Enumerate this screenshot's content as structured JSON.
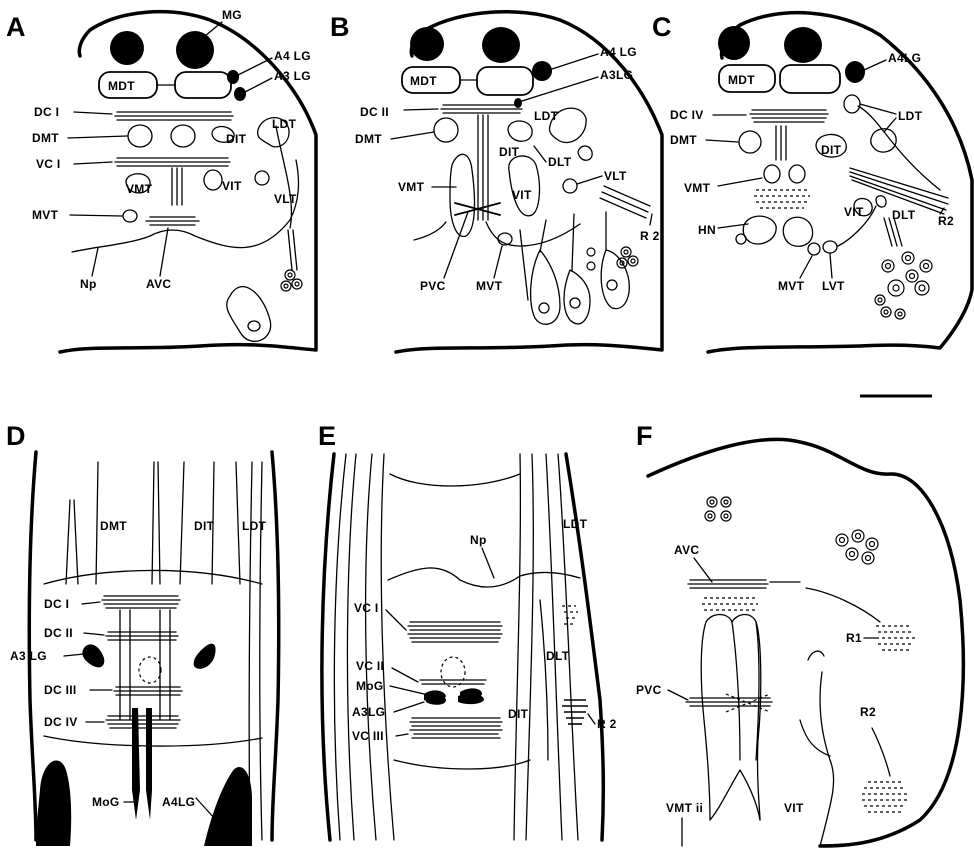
{
  "panels": {
    "A": {
      "letter": "A",
      "labels": {
        "mg": "MG",
        "mdt": "MDT",
        "a4lg": "A4 LG",
        "a3lg": "A3 LG",
        "dc1": "DC I",
        "dmt": "DMT",
        "dit": "DIT",
        "ldt": "LDT",
        "vc1": "VC I",
        "vmt": "VMT",
        "vit": "VIT",
        "vlt": "VLT",
        "mvt": "MVT",
        "np": "Np",
        "avc": "AVC"
      }
    },
    "B": {
      "letter": "B",
      "labels": {
        "mdt": "MDT",
        "a4lg": "A4 LG",
        "a3lg": "A3LG",
        "dc2": "DC II",
        "ldt": "LDT",
        "dmt": "DMT",
        "dit": "DIT",
        "dlt": "DLT",
        "vmt": "VMT",
        "vit": "VIT",
        "vlt": "VLT",
        "r2": "R 2",
        "pvc": "PVC",
        "mvt": "MVT"
      }
    },
    "C": {
      "letter": "C",
      "labels": {
        "mdt": "MDT",
        "a4lg": "A4LG",
        "dc4": "DC IV",
        "ldt": "LDT",
        "dmt": "DMT",
        "dit": "DIT",
        "vmt": "VMT",
        "hn": "HN",
        "vit": "VIT",
        "dlt": "DLT",
        "r2": "R2",
        "mvt": "MVT",
        "lvt": "LVT"
      }
    },
    "D": {
      "letter": "D",
      "labels": {
        "dmt": "DMT",
        "dit": "DIT",
        "ldt": "LDT",
        "dc1": "DC I",
        "dc2": "DC II",
        "a3lg": "A3 LG",
        "dc3": "DC III",
        "dc4": "DC IV",
        "mog": "MoG",
        "a4lg": "A4LG"
      }
    },
    "E": {
      "letter": "E",
      "labels": {
        "ldt": "LDT",
        "np": "Np",
        "vc1": "VC I",
        "vc2": "VC II",
        "mog": "MoG",
        "a3lg": "A3LG",
        "vc3": "VC III",
        "dlt": "DLT",
        "dit": "DIT",
        "r2": "R 2"
      }
    },
    "F": {
      "letter": "F",
      "labels": {
        "avc": "AVC",
        "r1": "R1",
        "pvc": "PVC",
        "r2": "R2",
        "vmtii": "VMT ii",
        "vit": "VIT"
      }
    }
  }
}
